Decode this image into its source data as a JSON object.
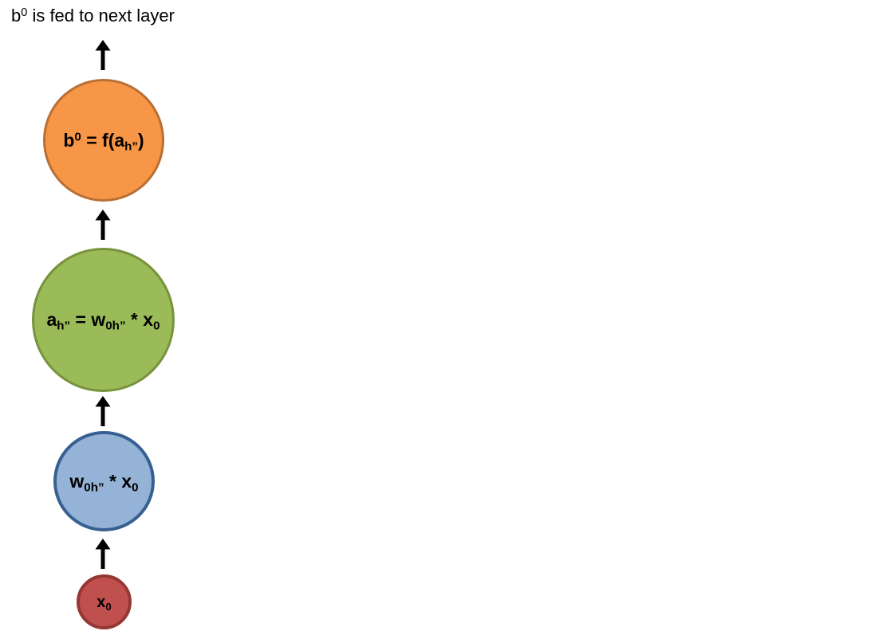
{
  "title": {
    "segments": [
      {
        "t": "b"
      },
      {
        "t": "0",
        "s": "sup"
      },
      {
        "t": " is fed to next layer"
      }
    ]
  },
  "nodes": {
    "output": {
      "segments": [
        {
          "t": "b"
        },
        {
          "t": "0",
          "s": "sup"
        },
        {
          "t": " = f(a"
        },
        {
          "t": "h”",
          "s": "sub"
        },
        {
          "t": ")"
        }
      ],
      "fill": "#F79646",
      "border": "#B96F34"
    },
    "activation": {
      "segments": [
        {
          "t": "a"
        },
        {
          "t": "h”",
          "s": "sub"
        },
        {
          "t": " = w"
        },
        {
          "t": "0h”",
          "s": "sub"
        },
        {
          "t": " * x"
        },
        {
          "t": "0",
          "s": "sub"
        }
      ],
      "fill": "#9BBB59",
      "border": "#77933C"
    },
    "weighted_input": {
      "segments": [
        {
          "t": "w"
        },
        {
          "t": "0h”",
          "s": "sub"
        },
        {
          "t": " * x"
        },
        {
          "t": "0",
          "s": "sub"
        }
      ],
      "fill": "#95B3D7",
      "border": "#376092"
    },
    "input": {
      "segments": [
        {
          "t": "x"
        },
        {
          "t": "0",
          "s": "sub"
        }
      ],
      "fill": "#C0504D",
      "border": "#953734"
    }
  },
  "arrow": {
    "direction": "up",
    "color": "#000000"
  }
}
